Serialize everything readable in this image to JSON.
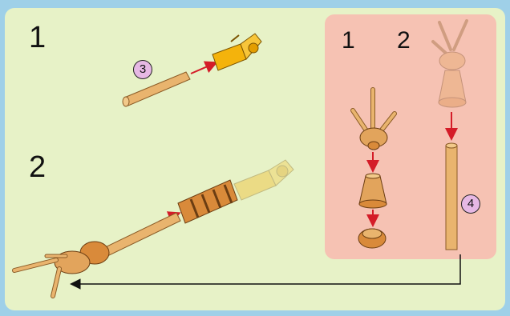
{
  "colors": {
    "background": "#9fd0e8",
    "panel": "#e7f2c7",
    "subpanel": "#f6c2b3",
    "callout": "#e6b8e4",
    "part_tan": "#e2a45c",
    "part_bright": "#f4b30c",
    "arrow_red": "#d41c28"
  },
  "main_steps": [
    "1",
    "2"
  ],
  "sub_steps": [
    "1",
    "2"
  ],
  "callouts": [
    "3",
    "4"
  ],
  "icons": [
    "lightsaber-hilt-part",
    "clip-part",
    "grip-part",
    "bar-part",
    "claw-part",
    "cone-part",
    "round-plate-part",
    "assembly-arrow"
  ]
}
